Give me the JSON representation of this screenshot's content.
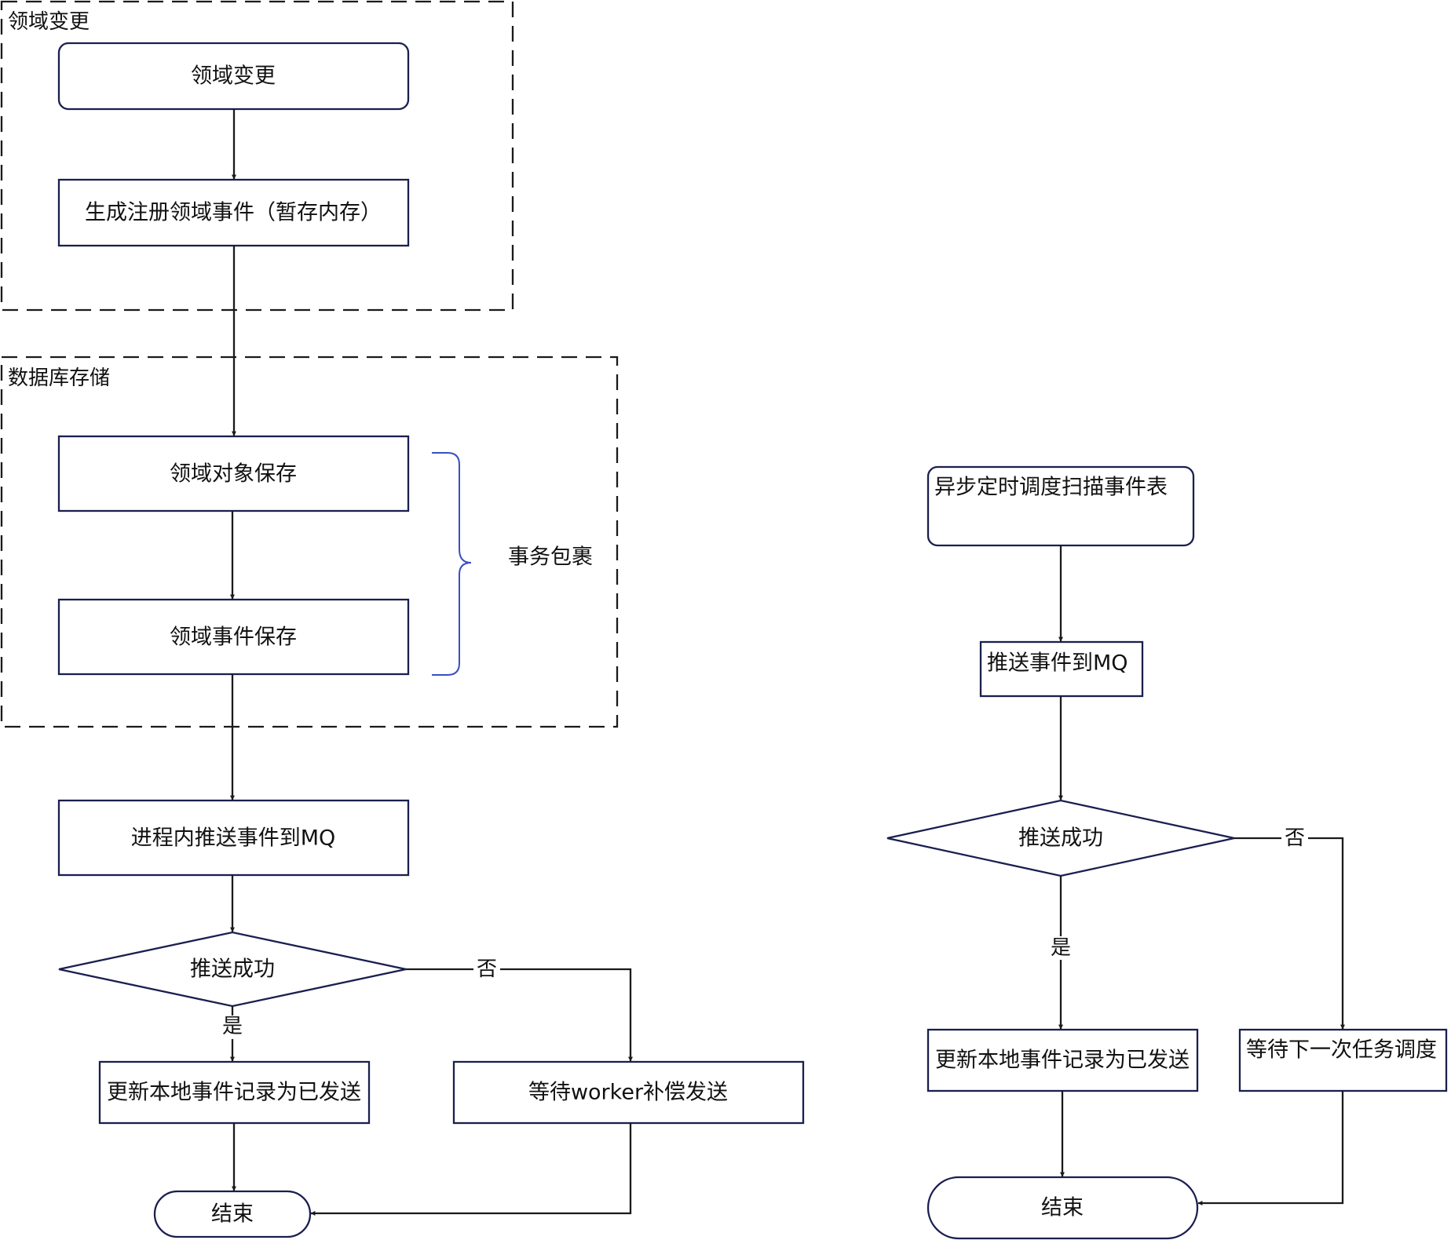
{
  "groups": {
    "domain_change": "领域变更",
    "db_storage": "数据库存储"
  },
  "left": {
    "domain_change": "领域变更",
    "gen_event": "生成注册领域事件（暂存内存）",
    "save_object": "领域对象保存",
    "save_event": "领域事件保存",
    "transaction": "事务包裹",
    "push_mq": "进程内推送事件到MQ",
    "decision": "推送成功",
    "yes": "是",
    "no": "否",
    "update_sent": "更新本地事件记录为已发送",
    "wait_worker": "等待worker补偿发送",
    "end": "结束"
  },
  "right": {
    "scan": "异步定时调度扫描事件表",
    "push_mq": "推送事件到MQ",
    "decision": "推送成功",
    "yes": "是",
    "no": "否",
    "update_sent": "更新本地事件记录为已发送",
    "wait_next": "等待下一次任务调度",
    "end": "结束"
  },
  "colors": {
    "node_stroke": "#1a1f4f",
    "brace": "#3a4fc0",
    "line": "#1a1a1a"
  }
}
